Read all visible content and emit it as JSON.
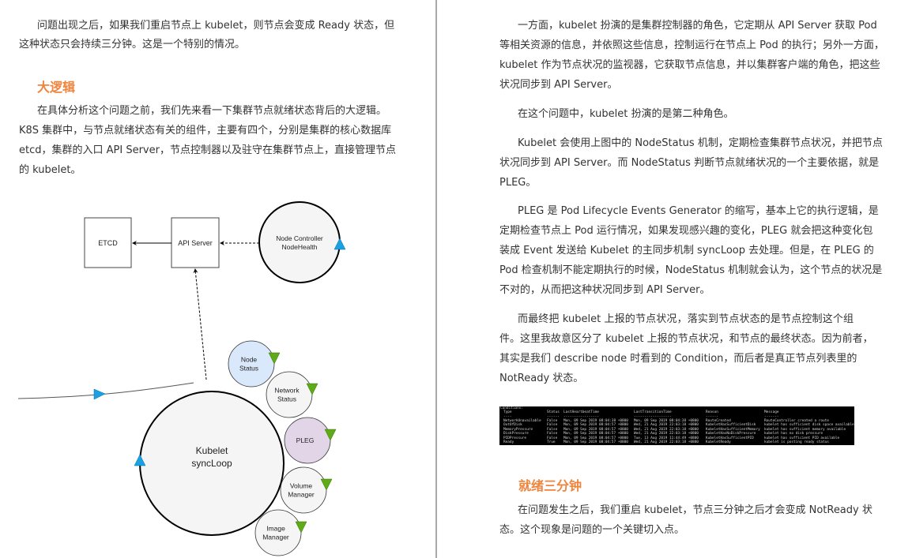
{
  "left_page": {
    "para1": [
      "问题出现之后，如果我们重启节点上 kubelet，则节点会变成 Ready 状态，但",
      "这种状态只会持续三分钟。这是一个特别的情况。"
    ],
    "heading1": "大逻辑",
    "para2": [
      "在具体分析这个问题之前，我们先来看一下集群节点就绪状态背后的大逻辑。",
      "K8S 集群中，与节点就绪状态有关的组件，主要有四个，分别是集群的核心数据库",
      "etcd，集群的入口 API Server，节点控制器以及驻守在集群节点上，直接管理节点",
      "的 kubelet。"
    ],
    "diagram": {
      "etcd": "ETCD",
      "api_server": "API Server",
      "node_controller": [
        "Node Controller",
        "NodeHealth"
      ],
      "kubelet": [
        "Kubelet",
        "syncLoop"
      ],
      "node_status": [
        "Node",
        "Status"
      ],
      "network_status": [
        "Network",
        "Status"
      ],
      "pleg": "PLEG",
      "volume_manager": [
        "Volume",
        "Manager"
      ],
      "image_manager": [
        "Image",
        "Manager"
      ],
      "colors": {
        "node_status_fill": "#dae8fc",
        "pleg_fill": "#e1d5e7",
        "default_fill": "#f5f5f5",
        "blue_marker": "#1ba1e2",
        "green_marker": "#60a917"
      }
    }
  },
  "right_page": {
    "para1": [
      "一方面，kubelet 扮演的是集群控制器的角色，它定期从 API Server 获取 Pod",
      "等相关资源的信息，并依照这些信息，控制运行在节点上 Pod 的执行；另外一方面，",
      "kubelet 作为节点状况的监视器，它获取节点信息，并以集群客户端的角色，把这些",
      "状况同步到 API Server。"
    ],
    "para2": [
      "在这个问题中，kubelet 扮演的是第二种角色。"
    ],
    "para3": [
      "Kubelet 会使用上图中的 NodeStatus 机制，定期检查集群节点状况，并把节点",
      "状况同步到 API Server。而 NodeStatus 判断节点就绪状况的一个主要依据，就是",
      "PLEG。"
    ],
    "para4": [
      "PLEG 是 Pod Lifecycle Events Generator 的缩写，基本上它的执行逻辑，是",
      "定期检查节点上 Pod 运行情况，如果发现感兴趣的变化，PLEG 就会把这种变化包",
      "装成 Event 发送给 Kubelet 的主同步机制 syncLoop 去处理。但是，在 PLEG 的",
      "Pod 检查机制不能定期执行的时候，NodeStatus 机制就会认为，这个节点的状况是",
      "不对的，从而把这种状况同步到 API Server。"
    ],
    "para5": [
      "而最终把 kubelet 上报的节点状况，落实到节点状态的是节点控制这个组",
      "件。这里我故意区分了 kubelet 上报的节点状况，和节点的最终状态。因为前者，",
      "其实是我们 describe node 时看到的 Condition，而后者是真正节点列表里的",
      "NotReady 状态。"
    ],
    "terminal": {
      "title": "Conditions:",
      "headers": [
        "Type",
        "Status",
        "LastHeartbeatTime",
        "LastTransitionTime",
        "Reason",
        "Message"
      ],
      "underline": [
        "----",
        "------",
        "-----------------",
        "------------------",
        "------",
        "-------"
      ],
      "rows": [
        [
          "NetworkUnavailable",
          "False",
          "Mon, 09 Sep 2019 08:04:38 +0800",
          "Mon, 09 Sep 2019 08:04:38 +0800",
          "RouteCreated",
          "RouteController created a route"
        ],
        [
          "OutOfDisk",
          "False",
          "Mon, 09 Sep 2019 08:04:57 +0800",
          "Wed, 21 Aug 2019 22:03:18 +0800",
          "KubeletHasSufficientDisk",
          "kubelet has sufficient disk space available"
        ],
        [
          "MemoryPressure",
          "False",
          "Mon, 09 Sep 2019 08:04:57 +0800",
          "Wed, 21 Aug 2019 22:03:18 +0800",
          "KubeletHasSufficientMemory",
          "kubelet has sufficient memory available"
        ],
        [
          "DiskPressure",
          "False",
          "Mon, 09 Sep 2019 08:04:57 +0800",
          "Wed, 21 Aug 2019 22:03:18 +0800",
          "KubeletHasNoDiskPressure",
          "kubelet has no disk pressure"
        ],
        [
          "PIDPressure",
          "False",
          "Mon, 09 Sep 2019 08:04:57 +0800",
          "Tue, 13 Aug 2019 11:44:49 +0800",
          "KubeletHasSufficientPID",
          "kubelet has sufficient PID available"
        ],
        [
          "Ready",
          "True",
          "Mon, 09 Sep 2019 08:04:57 +0800",
          "Wed, 21 Aug 2019 22:03:18 +0800",
          "KubeletReady",
          "kubelet is posting ready status"
        ]
      ]
    },
    "heading1": "就绪三分钟",
    "para6": [
      "在问题发生之后，我们重启 kubelet，节点三分钟之后才会变成 NotReady 状",
      "态。这个现象是问题的一个关键切入点。"
    ]
  },
  "colors": {
    "heading": "#f0843c",
    "text": "#333333",
    "terminal_bg": "#000000"
  }
}
